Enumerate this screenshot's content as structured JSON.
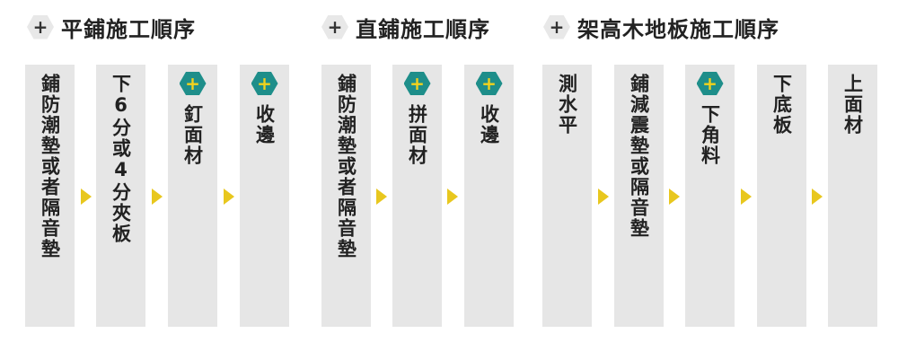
{
  "icons": {
    "plus": "+"
  },
  "colors": {
    "panel": "#e6e6e6",
    "badge": "#1e8e8a",
    "badge_plus": "#f2d21c",
    "arrow": "#e8c71e"
  },
  "groups": [
    {
      "title": "平鋪施工順序",
      "steps": [
        "鋪防潮墊或者隔音墊",
        "下6分或4分夾板",
        "釘面材",
        "收邊"
      ]
    },
    {
      "title": "直鋪施工順序",
      "steps": [
        "鋪防潮墊或者隔音墊",
        "拼面材",
        "收邊"
      ]
    },
    {
      "title": "架高木地板施工順序",
      "steps": [
        "測水平",
        "鋪減震墊或隔音墊",
        "下角料",
        "下底板",
        "上面材"
      ]
    }
  ]
}
